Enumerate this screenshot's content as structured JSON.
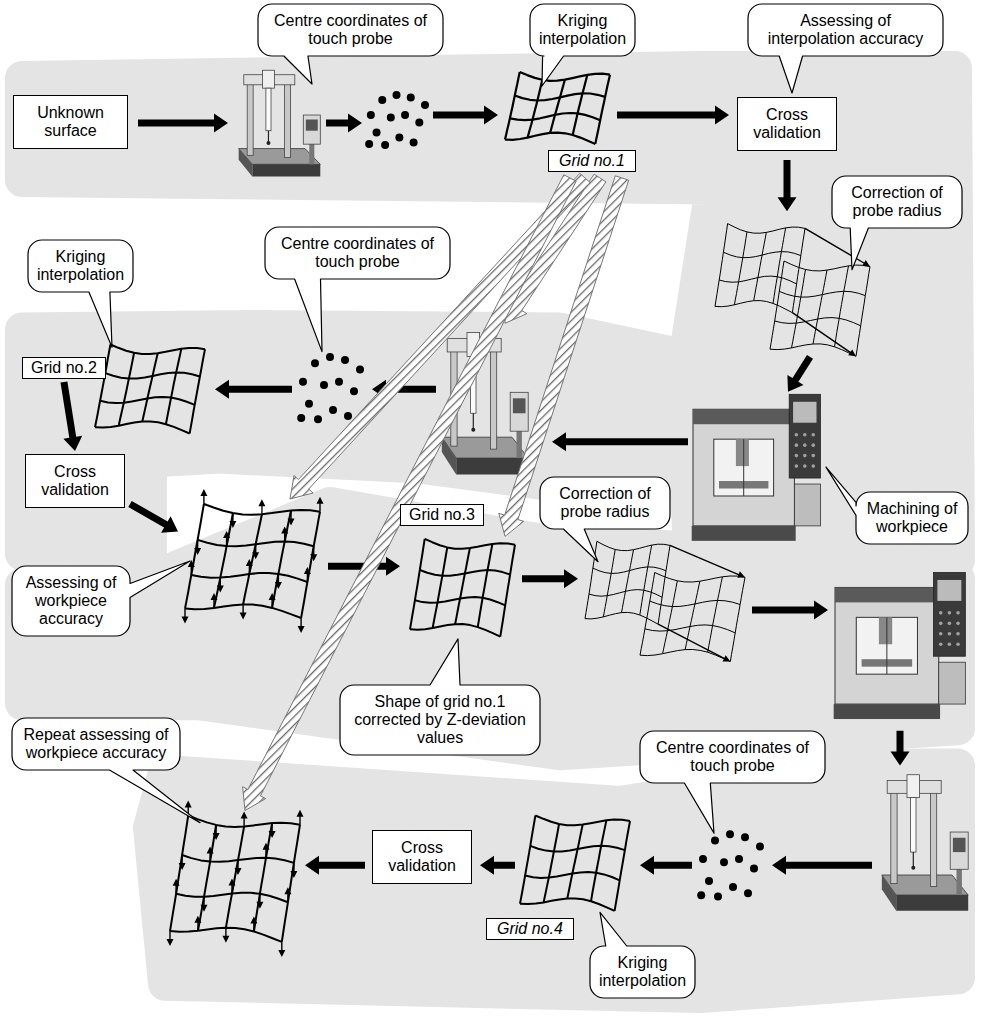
{
  "diagram": {
    "nodes": [
      {
        "text": [
          "Centre coordinates of touch probe"
        ]
      },
      {
        "text": [
          "Kriging interpolation"
        ]
      },
      {
        "text": [
          "Assessing of interpolation accuracy"
        ]
      },
      {
        "text": [
          "Unknown surface"
        ]
      },
      {
        "text": [
          "Cross validation"
        ]
      },
      {
        "text": [
          "Grid no.1"
        ]
      },
      {
        "text": [
          "Correction of probe radius"
        ]
      },
      {
        "text": [
          "Centre coordinates of touch probe"
        ]
      },
      {
        "text": [
          "Kriging interpolation"
        ]
      },
      {
        "text": [
          "Grid no.2"
        ]
      },
      {
        "text": [
          "Machining of workpiece"
        ]
      },
      {
        "text": [
          "Cross validation"
        ]
      },
      {
        "text": [
          "Grid no.3"
        ]
      },
      {
        "text": [
          "Correction of probe radius"
        ]
      },
      {
        "text": [
          "Assessing of workpiece accuracy"
        ]
      },
      {
        "text": [
          "Shape of grid no.1 corrected by Z-deviation values"
        ]
      },
      {
        "text": [
          "Repeat assessing of workpiece accuracy"
        ]
      },
      {
        "text": [
          "Centre coordinates of touch probe"
        ]
      },
      {
        "text": [
          "Cross validation"
        ]
      },
      {
        "text": [
          "Grid no.4"
        ]
      },
      {
        "text": [
          "Kriging interpolation"
        ]
      }
    ],
    "edges": [
      {
        "from": 9,
        "to": 11,
        "arrow": "to"
      }
    ]
  }
}
